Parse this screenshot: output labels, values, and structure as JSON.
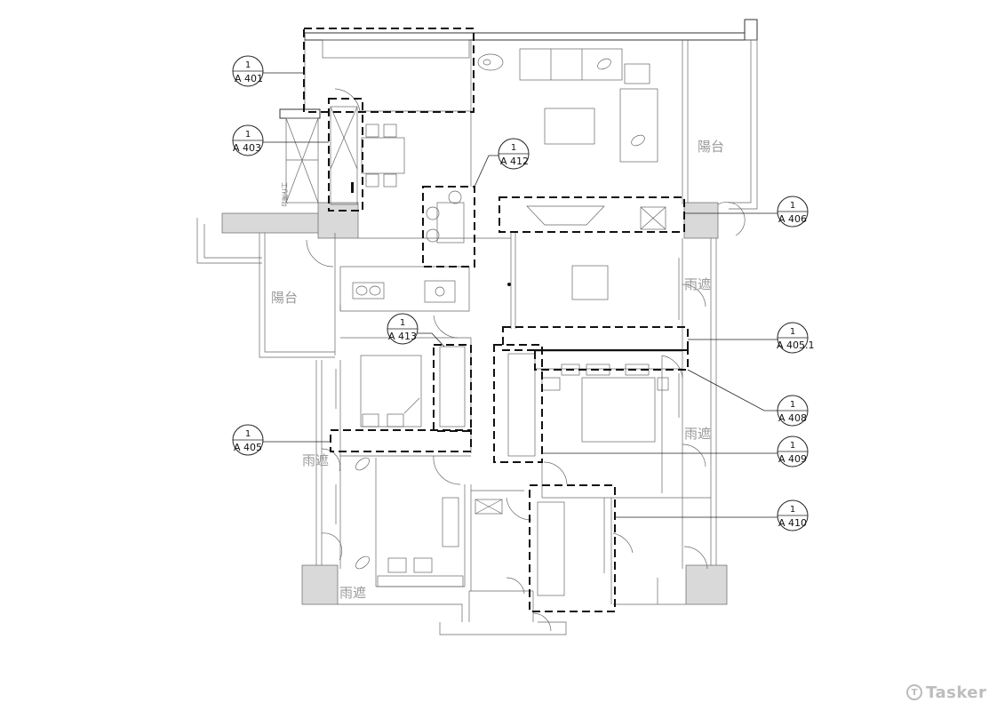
{
  "drawing": {
    "callouts": [
      {
        "id": "a401",
        "number": "1",
        "sheet": "A 401"
      },
      {
        "id": "a403",
        "number": "1",
        "sheet": "A 403"
      },
      {
        "id": "a412",
        "number": "1",
        "sheet": "A 412"
      },
      {
        "id": "a406",
        "number": "1",
        "sheet": "A 406"
      },
      {
        "id": "a413",
        "number": "1",
        "sheet": "A 413"
      },
      {
        "id": "a4051",
        "number": "1",
        "sheet": "A 405.1"
      },
      {
        "id": "a408",
        "number": "1",
        "sheet": "A 408"
      },
      {
        "id": "a405",
        "number": "1",
        "sheet": "A 405"
      },
      {
        "id": "a409",
        "number": "1",
        "sheet": "A 409"
      },
      {
        "id": "a410",
        "number": "1",
        "sheet": "A 410"
      }
    ],
    "room_labels": {
      "balcony_east": "陽台",
      "balcony_west": "陽台",
      "awning_1": "雨遮",
      "awning_2": "雨遮",
      "awning_3": "雨遮",
      "awning_4": "雨遮",
      "utility": "工作陽台"
    }
  },
  "watermark": {
    "brand": "Tasker",
    "icon": "tasker-logo-icon"
  }
}
